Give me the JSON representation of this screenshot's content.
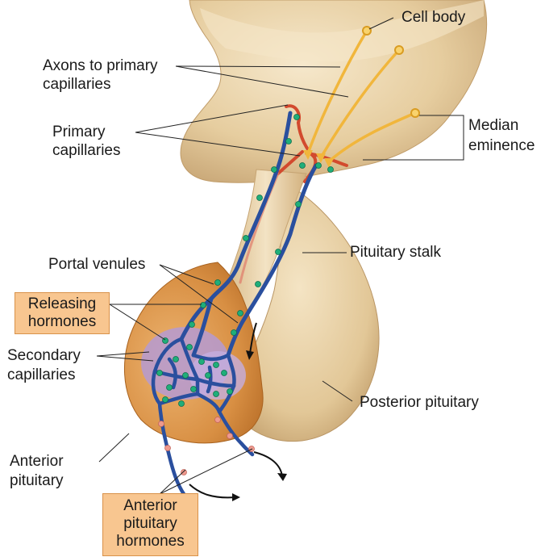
{
  "labels": {
    "cell_body": "Cell body",
    "axons": [
      "Axons to primary",
      "capillaries"
    ],
    "primary_capillaries": [
      "Primary",
      "capillaries"
    ],
    "median_eminence": [
      "Median",
      "eminence"
    ],
    "pituitary_stalk": "Pituitary stalk",
    "portal_venules": "Portal venules",
    "releasing_hormones": [
      "Releasing",
      "hormones"
    ],
    "secondary_capillaries": [
      "Secondary",
      "capillaries"
    ],
    "posterior_pituitary": "Posterior pituitary",
    "anterior_pituitary": [
      "Anterior",
      "pituitary"
    ],
    "anterior_pituitary_hormones": [
      "Anterior",
      "pituitary",
      "hormones"
    ]
  },
  "colors": {
    "tissue_tan": "#e9d3aa",
    "tissue_shadow": "#c9a777",
    "anterior_orange": "#d88f43",
    "vessel_blue": "#2a4f9e",
    "artery_red": "#d24a2e",
    "axon_yellow": "#f1b63c",
    "granule_green": "#1fae7a",
    "hormone_pink": "#ee9a8e",
    "capillary_purple": "#b59ad2",
    "callout_box": "#f8c690"
  }
}
